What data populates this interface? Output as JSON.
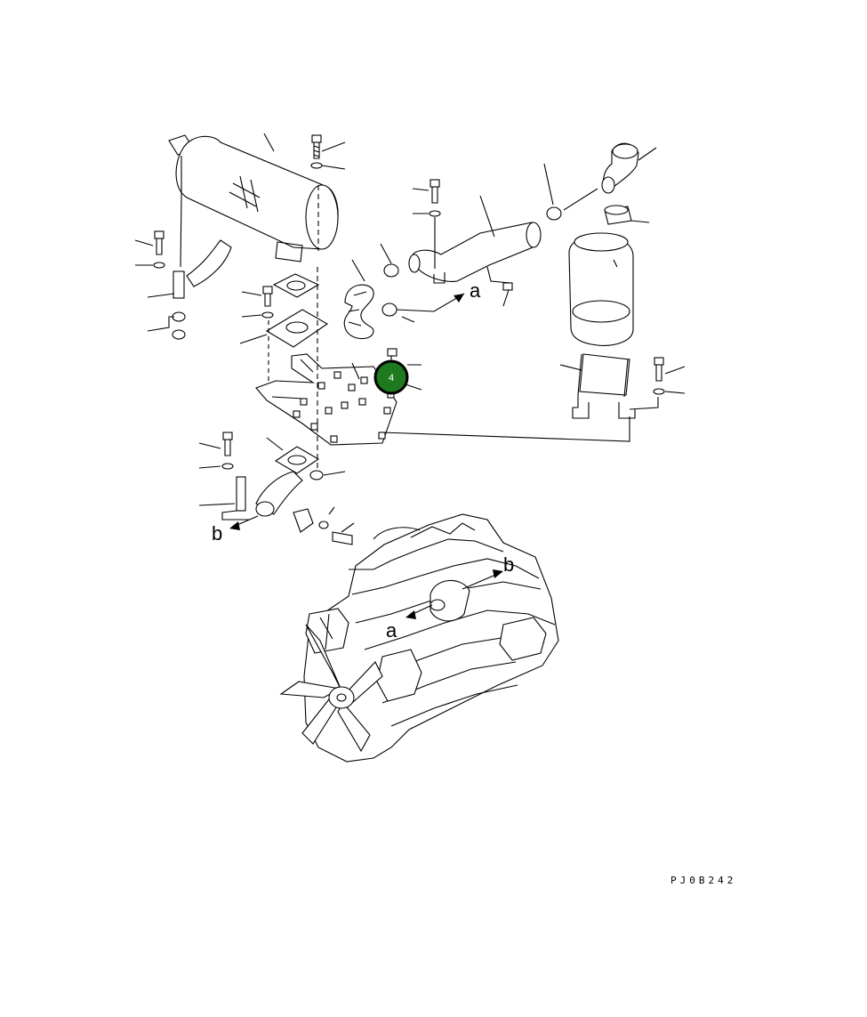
{
  "drawing": {
    "code": "PJ0B242",
    "callout": {
      "number": "4",
      "fill": "#1f7a1f",
      "ring": "#000000"
    },
    "markers": {
      "a_upper": "a",
      "a_lower": "a",
      "b_left": "b",
      "b_right": "b"
    }
  }
}
